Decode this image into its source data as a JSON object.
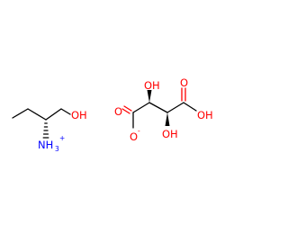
{
  "colors": {
    "bond": "#000000",
    "oxygen": "#ff0000",
    "nitrogen": "#0000ff"
  },
  "molecule_a": {
    "hydroxyl": "OH",
    "ammonium_base": "NH",
    "ammonium_subscript": "3",
    "ammonium_charge": "+"
  },
  "molecule_b": {
    "carbonyl_o": "O",
    "oxide_o": "O",
    "oxide_charge": "-",
    "hydroxyl_top": "OH",
    "hydroxyl_bottom": "OH",
    "acid_oh": "OH",
    "acid_o": "O"
  }
}
